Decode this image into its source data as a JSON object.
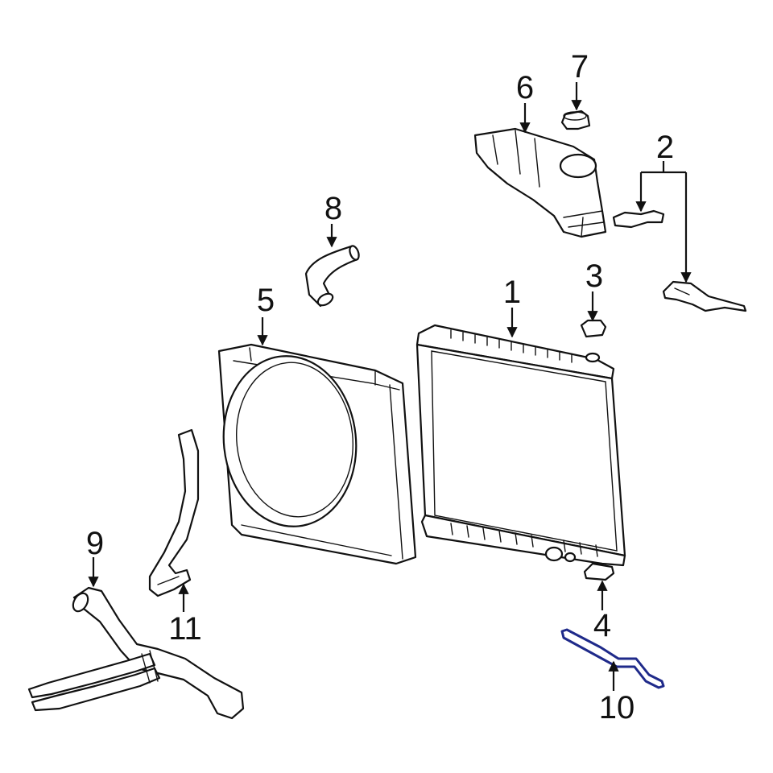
{
  "callouts": {
    "c1": "1",
    "c2": "2",
    "c3": "3",
    "c4": "4",
    "c5": "5",
    "c6": "6",
    "c7": "7",
    "c8": "8",
    "c9": "9",
    "c10": "10",
    "c11": "11"
  },
  "colors": {
    "line": "#111111",
    "highlight": "#1f2a8a",
    "background": "#ffffff"
  }
}
